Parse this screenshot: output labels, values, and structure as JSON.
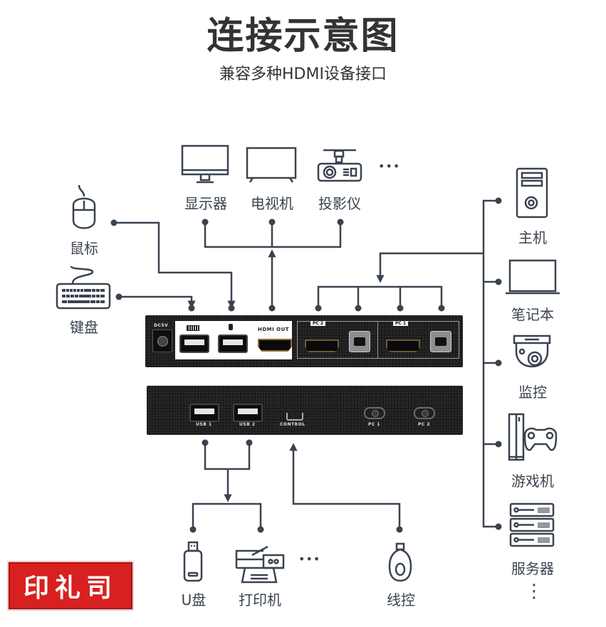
{
  "header": {
    "title": "连接示意图",
    "subtitle": "兼容多种HDMI设备接口"
  },
  "displays": {
    "items": [
      {
        "label": "显示器",
        "icon": "monitor-icon"
      },
      {
        "label": "电视机",
        "icon": "tv-icon"
      },
      {
        "label": "投影仪",
        "icon": "projector-icon"
      }
    ],
    "more": "•••"
  },
  "inputs_left": {
    "items": [
      {
        "label": "鼠标",
        "icon": "mouse-icon"
      },
      {
        "label": "键盘",
        "icon": "keyboard-icon"
      }
    ]
  },
  "computers_right": {
    "items": [
      {
        "label": "主机",
        "icon": "desktop-tower-icon"
      },
      {
        "label": "笔记本",
        "icon": "laptop-icon"
      },
      {
        "label": "监控",
        "icon": "security-camera-icon"
      },
      {
        "label": "游戏机",
        "icon": "game-console-icon"
      },
      {
        "label": "服务器",
        "icon": "server-rack-icon"
      }
    ],
    "more": "⋮"
  },
  "usb_devices_bottom": {
    "items": [
      {
        "label": "U盘",
        "icon": "usb-drive-icon"
      },
      {
        "label": "打印机",
        "icon": "printer-icon"
      }
    ],
    "more": "•••"
  },
  "wired_control": {
    "label": "线控",
    "icon": "wired-remote-icon"
  },
  "kvm_rear_panel": {
    "dc_label": "DC5V",
    "hdmi_out_label": "HDMI OUT",
    "pc2_label": "PC 2",
    "pc1_label": "PC 1"
  },
  "kvm_front_panel": {
    "usb1_label": "USB 1",
    "usb2_label": "USB 2",
    "control_label": "CONTROL",
    "pc1_label": "PC 1",
    "pc2_label": "PC 2"
  },
  "brand": {
    "name": "印礼司",
    "registered": "®",
    "color": "#d82020"
  },
  "colors": {
    "wire": "#3a4350",
    "text": "#3a434e",
    "title": "#333333"
  }
}
